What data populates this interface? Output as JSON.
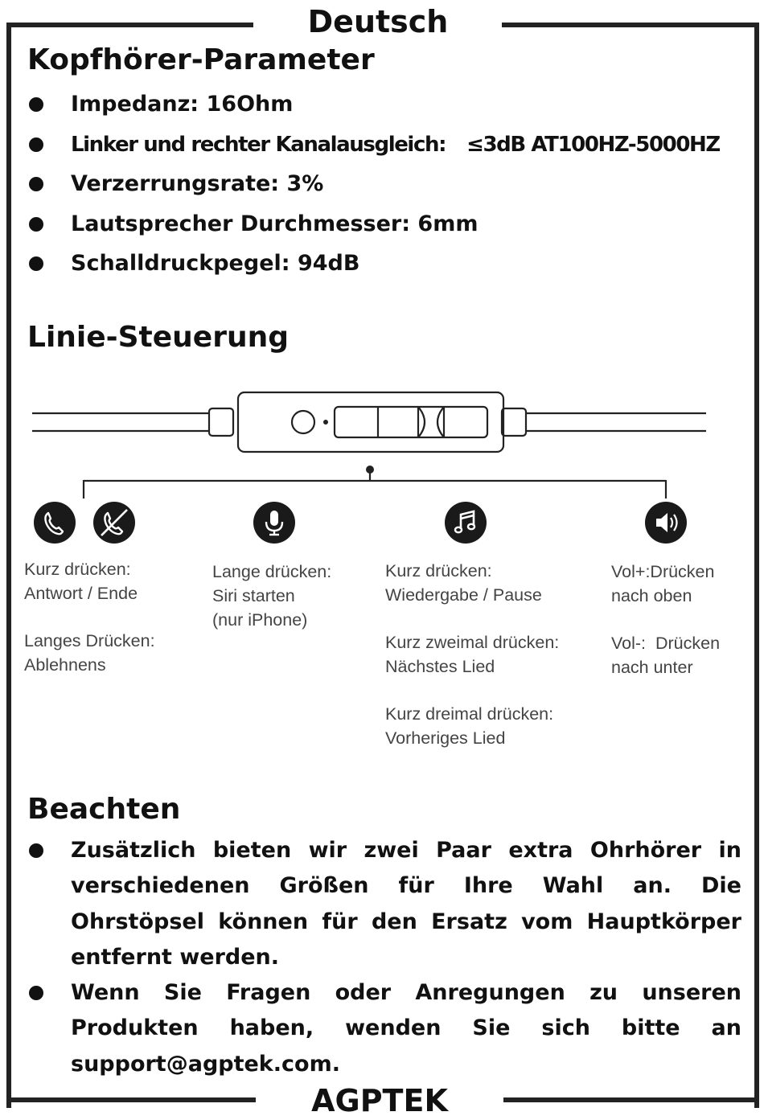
{
  "header": {
    "language": "Deutsch"
  },
  "footer": {
    "brand": "AGPTEK"
  },
  "parameters": {
    "title": "Kopfhörer-Parameter",
    "items": [
      {
        "label": "Impedanz: 16Ohm",
        "value": ""
      },
      {
        "label": "Linker und rechter Kanalausgleich:",
        "value": "≤3dB AT100HZ-5000HZ"
      },
      {
        "label": "Verzerrungsrate: 3%",
        "value": ""
      },
      {
        "label": "Lautsprecher Durchmesser: 6mm",
        "value": ""
      },
      {
        "label": "Schalldruckpegel: 94dB",
        "value": ""
      }
    ]
  },
  "line_control": {
    "title": "Linie-Steuerung",
    "icons": [
      "phone-icon",
      "phone-decline-icon",
      "microphone-icon",
      "music-note-icon",
      "speaker-volume-icon"
    ],
    "functions": [
      {
        "blocks": [
          [
            "Kurz drücken:",
            "Antwort / Ende"
          ],
          [
            "Langes Drücken:",
            "Ablehnens"
          ]
        ]
      },
      {
        "blocks": [
          [
            "Lange drücken:",
            "Siri starten",
            "(nur iPhone)"
          ]
        ]
      },
      {
        "blocks": [
          [
            "Kurz drücken:",
            "Wiedergabe / Pause"
          ],
          [
            "Kurz zweimal drücken:",
            "Nächstes Lied"
          ],
          [
            "Kurz dreimal drücken:",
            "Vorheriges Lied"
          ]
        ]
      },
      {
        "blocks": [
          [
            "Vol+:Drücken",
            "nach oben"
          ],
          [
            "Vol-:  Drücken",
            "nach unter"
          ]
        ]
      }
    ]
  },
  "notes": {
    "title": "Beachten",
    "items": [
      "Zusätzlich bieten wir zwei Paar extra Ohrhörer in verschiedenen Größen für Ihre Wahl an. Die Ohrstöpsel können für den Ersatz vom Hauptkörper entfernt werden.",
      "Wenn Sie Fragen oder Anregungen zu unseren Produkten haben, wenden Sie sich bitte an support@agptek.com."
    ]
  }
}
